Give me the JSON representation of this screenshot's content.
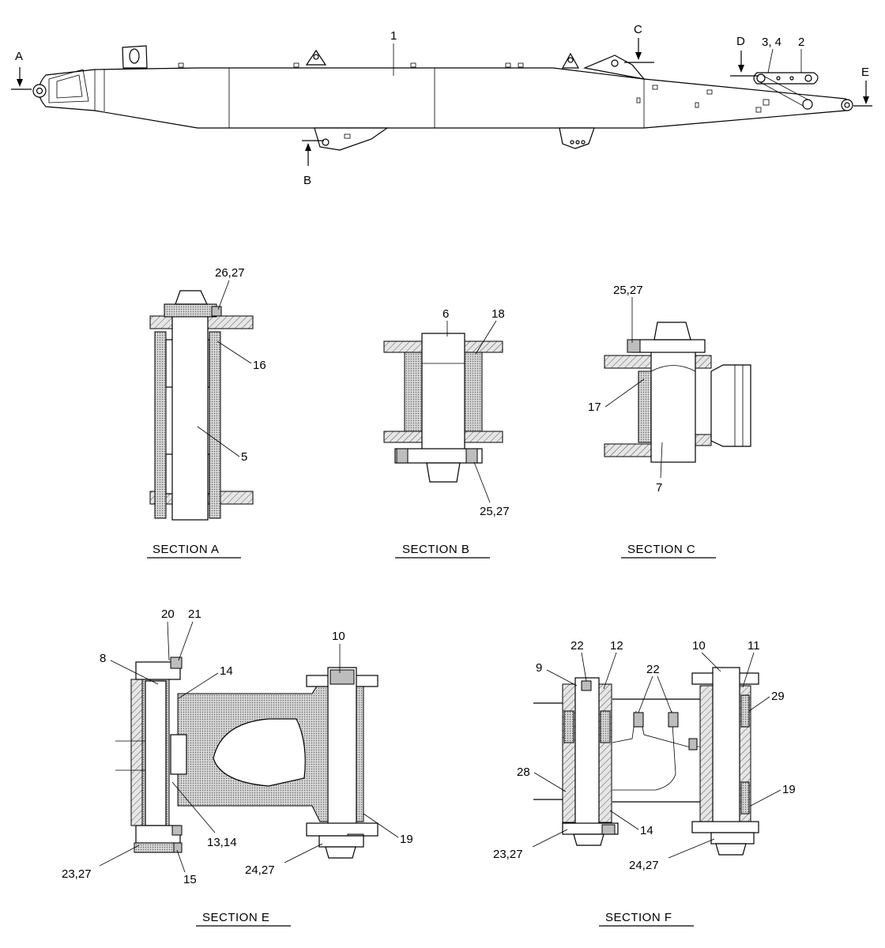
{
  "callouts": {
    "c1": "1",
    "c2": "2",
    "c34": "3, 4",
    "c5": "5",
    "c6": "6",
    "c7": "7",
    "c8": "8",
    "c9": "9",
    "c10a": "10",
    "c10b": "10",
    "c11": "11",
    "c12": "12",
    "c1314": "13,14",
    "c14a": "14",
    "c14b": "14",
    "c15": "15",
    "c16": "16",
    "c17": "17",
    "c18": "18",
    "c19a": "19",
    "c19b": "19",
    "c20": "20",
    "c21": "21",
    "c22a": "22",
    "c22b": "22",
    "c2327a": "23,27",
    "c2327b": "23,27",
    "c2427a": "24,27",
    "c2427b": "24,27",
    "c2527a": "25,27",
    "c2527b": "25,27",
    "c2627": "26,27",
    "c28": "28",
    "c29": "29"
  },
  "markers": {
    "A": "A",
    "B": "B",
    "C": "C",
    "D": "D",
    "E": "E"
  },
  "sections": {
    "A": "SECTION  A",
    "B": "SECTION  B",
    "C": "SECTION  C",
    "E": "SECTION  E",
    "F": "SECTION  F"
  }
}
